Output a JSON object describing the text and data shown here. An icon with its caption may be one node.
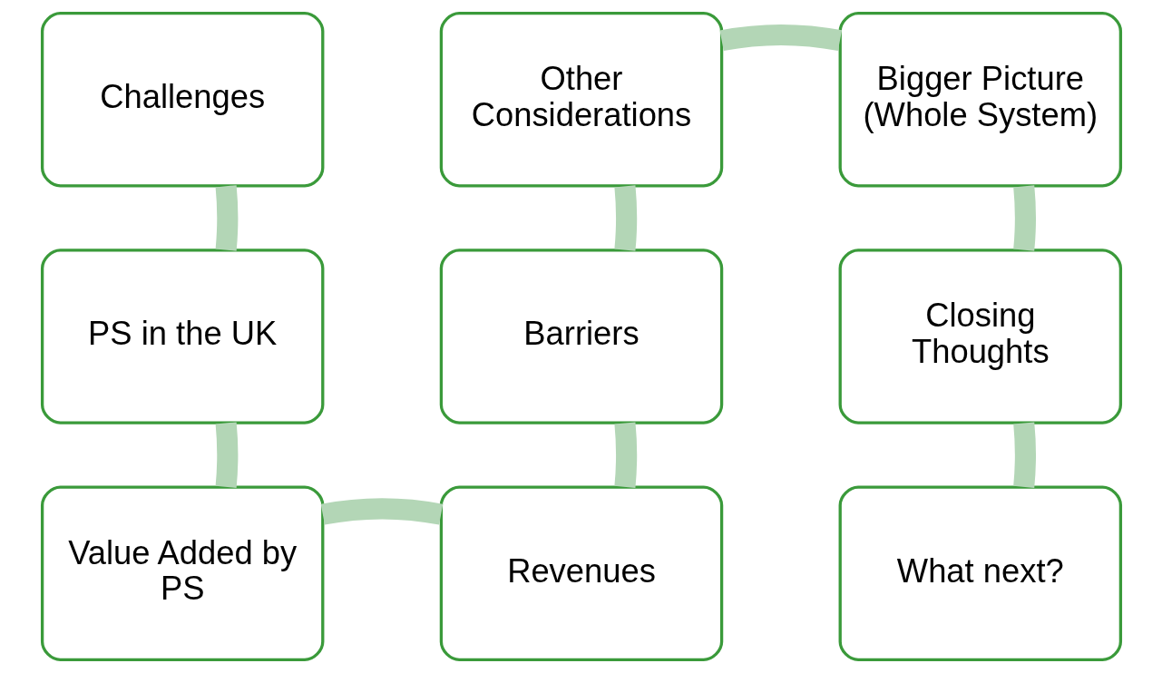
{
  "diagram": {
    "nodes": [
      {
        "text": [
          "Challenges"
        ]
      },
      {
        "text": [
          "PS in the UK"
        ]
      },
      {
        "text": [
          "Value Added by PS"
        ]
      },
      {
        "text": [
          "Revenues"
        ]
      },
      {
        "text": [
          "Barriers"
        ]
      },
      {
        "text": [
          "Other Considerations"
        ]
      },
      {
        "text": [
          "Bigger Picture (Whole System)"
        ]
      },
      {
        "text": [
          "Closing Thoughts"
        ]
      },
      {
        "text": [
          "What next?"
        ]
      }
    ],
    "edges": [
      {
        "from": 0,
        "to": 1,
        "arrow": "none"
      },
      {
        "from": 1,
        "to": 2,
        "arrow": "none"
      },
      {
        "from": 2,
        "to": 3,
        "arrow": "none"
      },
      {
        "from": 3,
        "to": 4,
        "arrow": "none"
      },
      {
        "from": 4,
        "to": 5,
        "arrow": "none"
      },
      {
        "from": 5,
        "to": 6,
        "arrow": "none"
      },
      {
        "from": 6,
        "to": 7,
        "arrow": "none"
      },
      {
        "from": 7,
        "to": 8,
        "arrow": "none"
      }
    ]
  }
}
